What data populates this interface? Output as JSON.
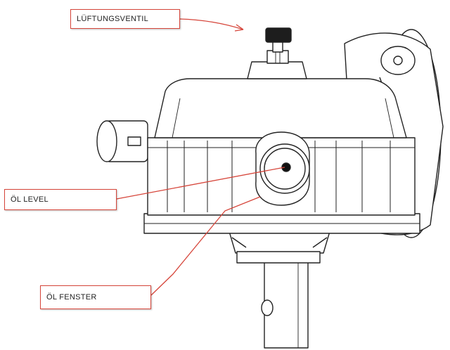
{
  "labels": {
    "vent": "LÜFTUNGSVENTIL",
    "oil_level": "ÖL LEVEL",
    "oil_window": "ÖL FENSTER"
  },
  "colors": {
    "line": "#222222",
    "callout": "#d6453a",
    "background": "#ffffff"
  }
}
